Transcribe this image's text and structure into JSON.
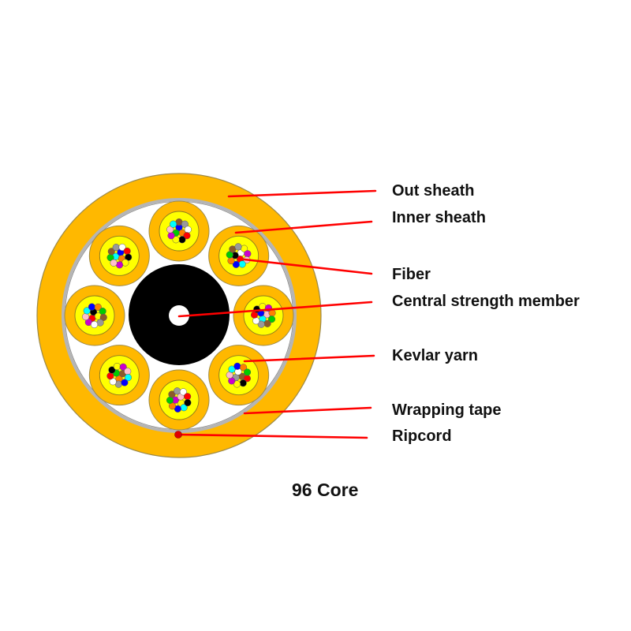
{
  "title": "96 Core",
  "colors": {
    "sheath": "#FFB800",
    "sheath_stroke": "#9c8a4a",
    "tube_gel": "#FFFF00",
    "tape": "#b5b5b5",
    "core": "#000000",
    "leader": "#FF0000",
    "ripcord": "#E00000"
  },
  "fiber_colors": [
    "#0000FF",
    "#FF8000",
    "#00CC00",
    "#8B5A2B",
    "#999999",
    "#FFFFFF",
    "#FF0000",
    "#000000",
    "#FFFF00",
    "#CC00CC",
    "#FFC0CB",
    "#00FFFF"
  ],
  "tube_count": 8,
  "fibers_per_tube": 12,
  "labels": [
    {
      "id": "out-sheath",
      "text": "Out sheath"
    },
    {
      "id": "inner-sheath",
      "text": "Inner sheath"
    },
    {
      "id": "fiber",
      "text": "Fiber"
    },
    {
      "id": "central-strength-member",
      "text": "Central strength member"
    },
    {
      "id": "kevlar-yarn",
      "text": "Kevlar yarn"
    },
    {
      "id": "wrapping-tape",
      "text": "Wrapping tape"
    },
    {
      "id": "ripcord",
      "text": "Ripcord"
    }
  ]
}
